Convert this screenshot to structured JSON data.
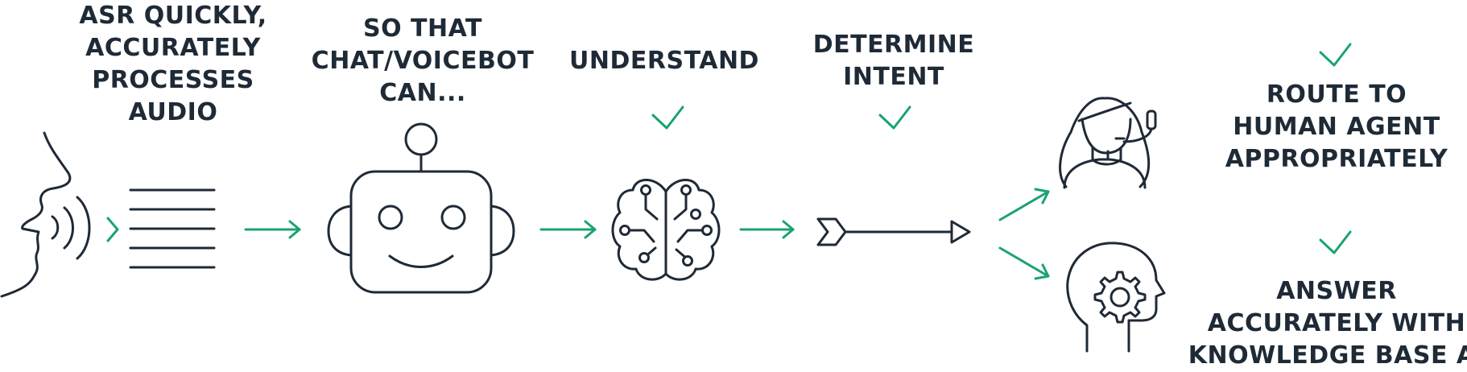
{
  "steps": {
    "asr": {
      "lines": [
        "ASR QUICKLY,",
        "ACCURATELY",
        "PROCESSES",
        "AUDIO"
      ]
    },
    "bot": {
      "lines": [
        "SO THAT",
        "CHAT/VOICEBOT",
        "CAN..."
      ]
    },
    "understand": {
      "lines": [
        "UNDERSTAND"
      ]
    },
    "intent": {
      "lines": [
        "DETERMINE",
        "INTENT"
      ]
    },
    "route": {
      "lines": [
        "ROUTE TO",
        "HUMAN AGENT",
        "APPROPRIATELY"
      ]
    },
    "answer": {
      "lines": [
        "ANSWER",
        "ACCURATELY WITH",
        "KNOWLEDGE BASE AI"
      ]
    }
  },
  "icons": [
    "speaking-face-icon",
    "text-lines-icon",
    "robot-icon",
    "brain-circuit-icon",
    "intent-arrow-icon",
    "headset-agent-icon",
    "gear-head-icon",
    "checkmark-icon",
    "arrow-right-icon"
  ],
  "colors": {
    "ink": "#1f2a37",
    "accent": "#1ba36f",
    "background": "#ffffff"
  }
}
